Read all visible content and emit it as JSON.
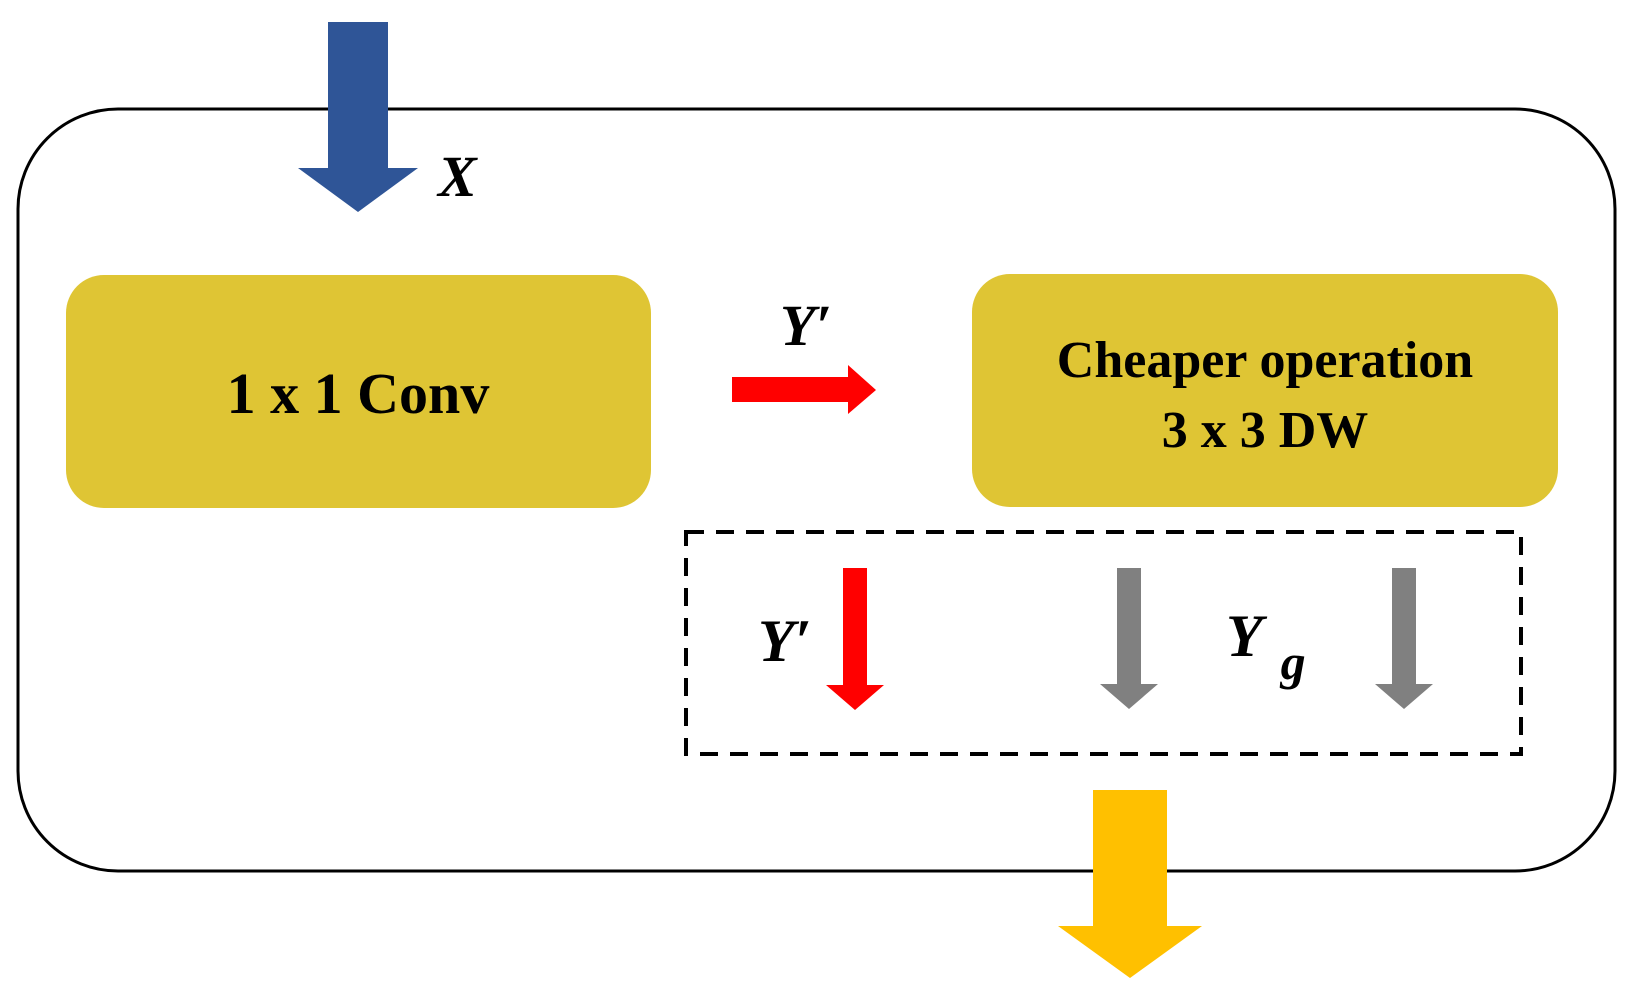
{
  "colors": {
    "outline": "#000000",
    "box_fill": "#dfc534",
    "input_arrow": "#2f5597",
    "output_arrow": "#ffc000",
    "primary_arrow": "#ff0000",
    "ghost_arrow": "#808080"
  },
  "input": {
    "symbol": "X"
  },
  "conv_box": {
    "label": "1 x 1 Conv"
  },
  "intermediate": {
    "symbol": "Y",
    "prime": "′"
  },
  "cheap_box": {
    "line1": "Cheaper operation",
    "line2": "3 x 3 DW"
  },
  "concat_group": {
    "primary_symbol": "Y",
    "primary_prime": "′",
    "ghost_symbol": "Y",
    "ghost_subscript": "g"
  }
}
